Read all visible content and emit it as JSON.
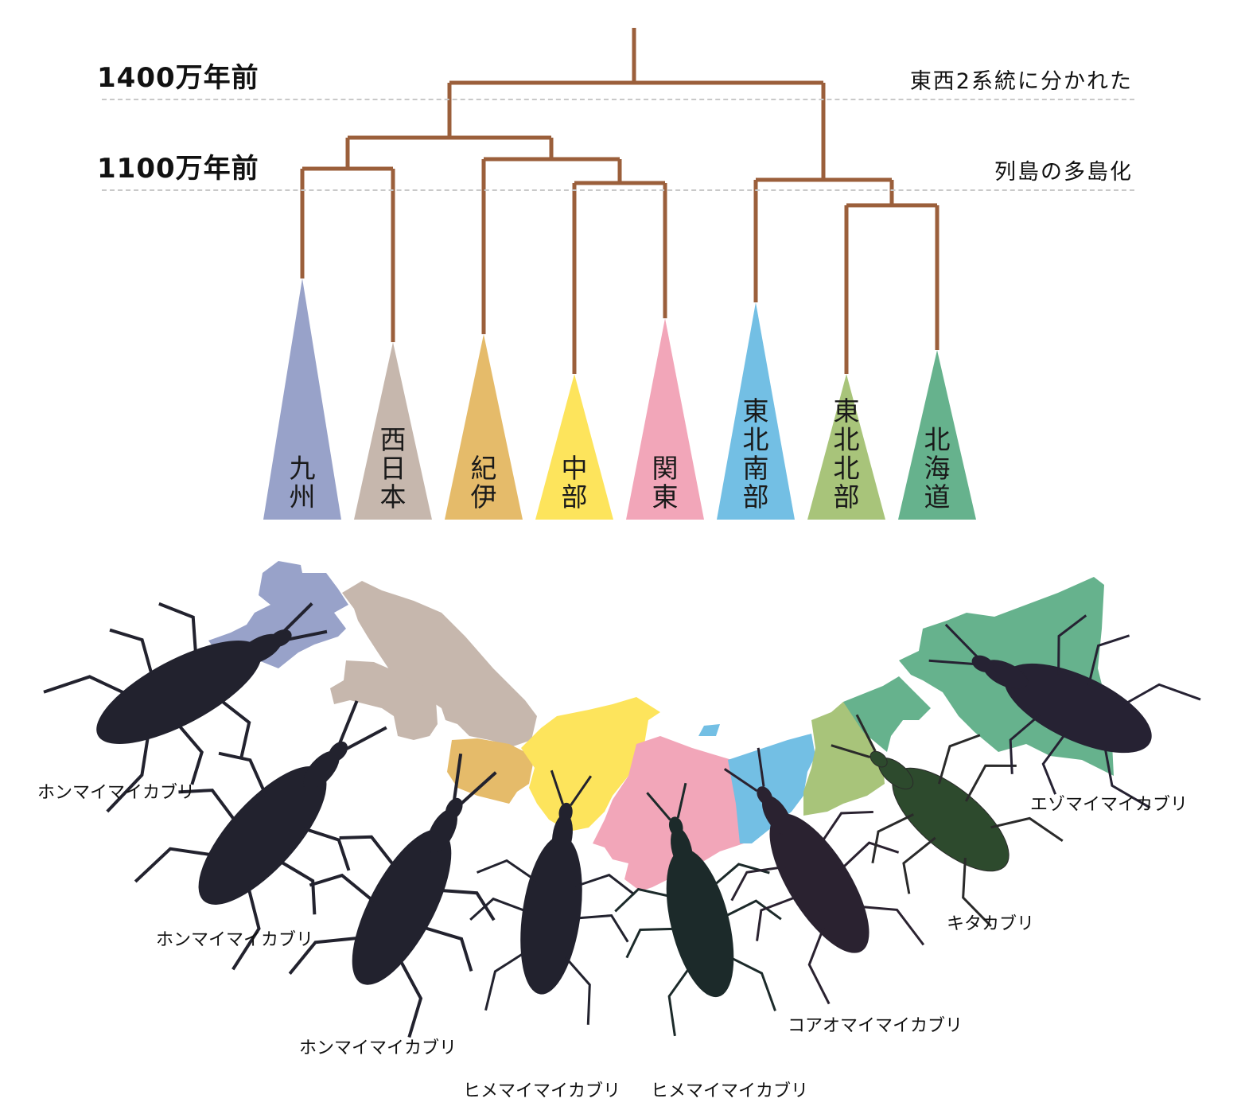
{
  "timeline": [
    {
      "label": "1400万年前",
      "note": "東西2系統に分かれた"
    },
    {
      "label": "1100万年前",
      "note": "列島の多島化"
    }
  ],
  "clades": [
    {
      "id": "kyushu",
      "name": "九州",
      "color": "#98a2c9"
    },
    {
      "id": "nishinihon",
      "name": "西日本",
      "color": "#c6b7ad"
    },
    {
      "id": "kii",
      "name": "紀伊",
      "color": "#e5bb6a"
    },
    {
      "id": "chubu",
      "name": "中部",
      "color": "#fde45c"
    },
    {
      "id": "kanto",
      "name": "関東",
      "color": "#f2a6b9"
    },
    {
      "id": "tohoku_s",
      "name": "東北南部",
      "color": "#73bfe4"
    },
    {
      "id": "tohoku_n",
      "name": "東北北部",
      "color": "#a8c47a"
    },
    {
      "id": "hokkaido",
      "name": "北海道",
      "color": "#66b28d"
    }
  ],
  "branch_color": "#9b5f3b",
  "species": [
    "ホンマイマイカブリ",
    "ホンマイマイカブリ",
    "ホンマイマイカブリ",
    "ヒメマイマイカブリ",
    "ヒメマイマイカブリ",
    "コアオマイマイカブリ",
    "キタカブリ",
    "エゾマイマイカブリ"
  ]
}
